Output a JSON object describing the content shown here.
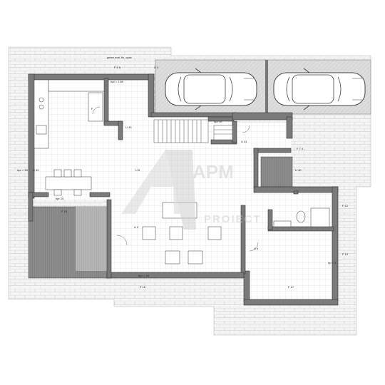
{
  "plan": {
    "top_note": "geam mat, fix, opac",
    "labels": {
      "f66": "F 6 6",
      "u3": "U 3",
      "kitchen_top": "hpr = 1.80",
      "fridge": "F",
      "u43": "U 43",
      "hpr_stairs": "hpr 10",
      "u41": "U 41",
      "f74": "F 7 4",
      "u40": "U 40",
      "p15": "hpr = 15",
      "hpr20": "hpr 20",
      "u39": "U 39",
      "f15": "F 15",
      "u8": "U 8",
      "u2": "U 2",
      "u4": "U 4",
      "hpr16": "hpr = 16",
      "f16": "F 16",
      "f12": "F 12",
      "f13": "F 13",
      "f17": "F 17",
      "hpr3": "hp = 3"
    },
    "watermark": {
      "letters": "APM",
      "word": "PROIECT"
    }
  }
}
